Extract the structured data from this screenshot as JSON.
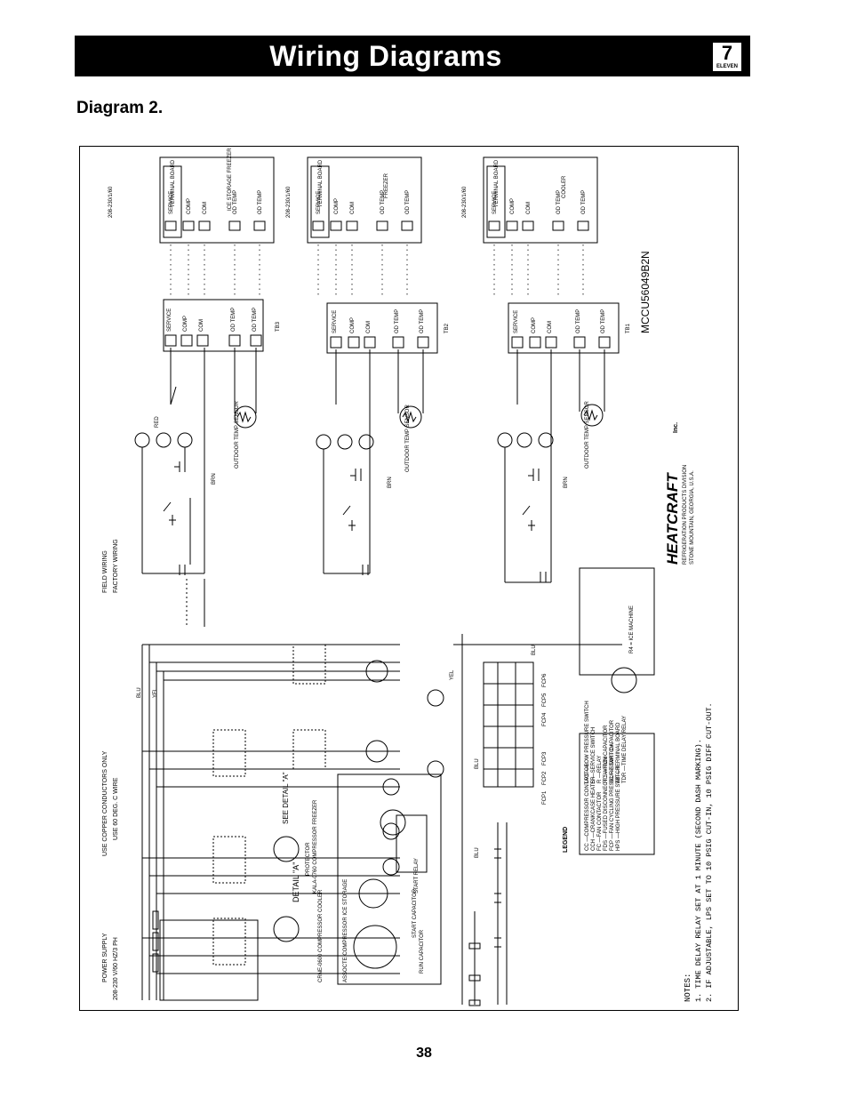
{
  "header": {
    "title": "Wiring Diagrams",
    "logo_number": "7",
    "logo_text": "ELEVEN"
  },
  "subtitle": "Diagram 2.",
  "page_number": "38",
  "diagram": {
    "model_code": "MCCU56049B2N",
    "manufacturer": "HEATCRAFT",
    "manufacturer_suffix": "Inc.",
    "manufacturer_line1": "REFRIGERATION PRODUCTS DIVISION",
    "manufacturer_line2": "STONE MOUNTAIN, GEORGIA, U.S.A.",
    "wiring_legend": {
      "field": "FIELD WIRING",
      "factory": "FACTORY WIRING"
    },
    "supply_notes": {
      "line1": "USE COPPER CONDUCTORS ONLY",
      "line2": "USE 60 DEG. C WIRE"
    },
    "power_supply": {
      "line1": "POWER SUPPLY",
      "line2": "208-230 V/60 HZ/3 PH"
    },
    "notes": {
      "title": "NOTES:",
      "line1": "1. TIME DELAY RELAY SET AT 1 MINUTE (SECOND DASH MARKING).",
      "line2": "2. IF ADJUSTABLE, LPS SET TO 10 PSIG CUT-IN, 10 PSIG DIFF CUT-OUT."
    },
    "detail_label": "DETAIL \"A\"",
    "see_detail": "SEE DETAIL \"A\"",
    "legend": {
      "title": "LEGEND",
      "items": [
        "CC —COMPRESSOR CONTACTOR",
        "CCH —CRANKCASE HEATER",
        "FC —FAN CONTACTOR",
        "FDS —FUSED DISCONNECT SWITCH",
        "FCP —FAN CYCLING PRESSURE SWITCH",
        "HPS —HIGH PRESSURE SWITCH",
        "LPS —LOW PRESSURE SWITCH",
        "S —SERVICE SWITCH",
        "R —RELAY",
        "RC —RUN CAPACITOR",
        "SC —START CAPACITOR",
        "TB —TERMINAL BOARD",
        "TDR —TIME DELAY RELAY"
      ]
    },
    "ice_machine_note": "R4 = ICE MACHINE",
    "terminal_boards": [
      {
        "id": "TB3",
        "labels": [
          "SERVICE",
          "COMP",
          "COM",
          "OD TEMP",
          "OD TEMP"
        ]
      },
      {
        "id": "TB2",
        "labels": [
          "SERVICE",
          "COMP",
          "COM",
          "OD TEMP",
          "OD TEMP"
        ]
      },
      {
        "id": "TB1",
        "labels": [
          "SERVICE",
          "COMP",
          "COM",
          "OD TEMP",
          "OD TEMP"
        ]
      }
    ],
    "remote_boards": [
      {
        "name": "ICE STORAGE FREEZER",
        "voltage": "208-230/1/60",
        "board": "TERMINAL BOARD",
        "terms": [
          "SERVICE",
          "COMP",
          "COM",
          "OD TEMP",
          "OD TEMP"
        ]
      },
      {
        "name": "FREEZER",
        "voltage": "208-230/1/60",
        "board": "TERMINAL BOARD",
        "terms": [
          "SERVICE",
          "COMP",
          "COM",
          "OD TEMP",
          "OD TEMP"
        ]
      },
      {
        "name": "COOLER",
        "voltage": "208-230/1/60",
        "board": "TERMINAL BOARD",
        "terms": [
          "SERVICE",
          "COMP",
          "COM",
          "OD TEMP",
          "OD TEMP"
        ]
      }
    ],
    "sensor_label": "OUTDOOR TEMP SENSOR",
    "compressors": [
      "CRNE-0600 COMPRESSOR COOLER",
      "KALA-0760 COMPRESSOR FREEZER",
      "ASSOCTE COMPRESSOR ICE STORAGE"
    ],
    "detail_parts": [
      "PROTECTOR",
      "START RELAY",
      "RUN CAPACITOR",
      "START CAPACITOR"
    ],
    "wire_colors": [
      "BLU",
      "YEL",
      "BRN",
      "RED"
    ],
    "fcp_labels": [
      "FCP1",
      "FCP2",
      "FCP3",
      "FCP4",
      "FCP5",
      "FCP6"
    ]
  }
}
